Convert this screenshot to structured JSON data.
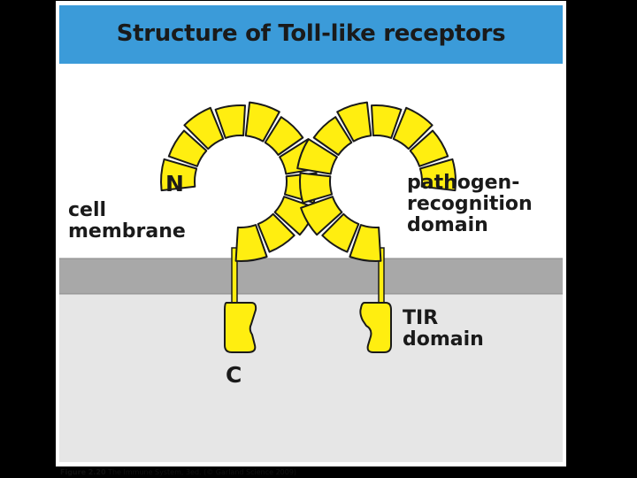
{
  "title": "Structure of Toll-like receptors",
  "labels": {
    "n_terminus": "N",
    "c_terminus": "C",
    "cell_membrane": "cell\nmembrane",
    "pathogen_recognition": "pathogen-\nrecognition\ndomain",
    "tir_domain": "TIR\ndomain"
  },
  "caption": {
    "figure": "Figure 2.20",
    "source": "The Immune System, 3ed. (© Garland Science 2009)"
  },
  "colors": {
    "slide_background": "#000000",
    "header_background": "#3b9bd9",
    "header_border": "#ffffff",
    "exterior_background": "#ffffff",
    "membrane": "#a8a8a8",
    "cytoplasm": "#e6e6e6",
    "domain_fill": "#ffee10",
    "domain_outline": "#1a1a1a"
  }
}
